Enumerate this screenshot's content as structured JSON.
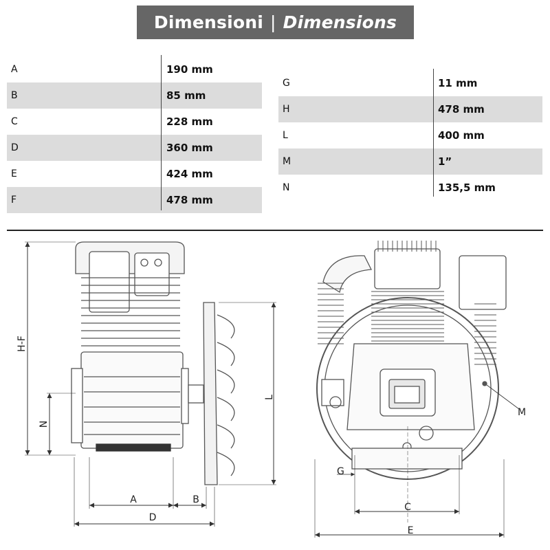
{
  "title": {
    "italian": "Dimensioni",
    "separator": "|",
    "english": "Dimensions"
  },
  "left_table": [
    {
      "label": "A",
      "value": "190 mm"
    },
    {
      "label": "B",
      "value": "85 mm"
    },
    {
      "label": "C",
      "value": "228 mm"
    },
    {
      "label": "D",
      "value": "360 mm"
    },
    {
      "label": "E",
      "value": "424 mm"
    },
    {
      "label": "F",
      "value": "478 mm"
    }
  ],
  "right_table": [
    {
      "label": "G",
      "value": "11 mm"
    },
    {
      "label": "H",
      "value": "478 mm"
    },
    {
      "label": "L",
      "value": "400 mm"
    },
    {
      "label": "M",
      "value": "1”"
    },
    {
      "label": "N",
      "value": "135,5 mm"
    }
  ],
  "drawing_labels": {
    "hf": "H-F",
    "n": "N",
    "a": "A",
    "b": "B",
    "d": "D",
    "l": "L",
    "m": "M",
    "g": "G",
    "c": "C",
    "e": "E"
  }
}
